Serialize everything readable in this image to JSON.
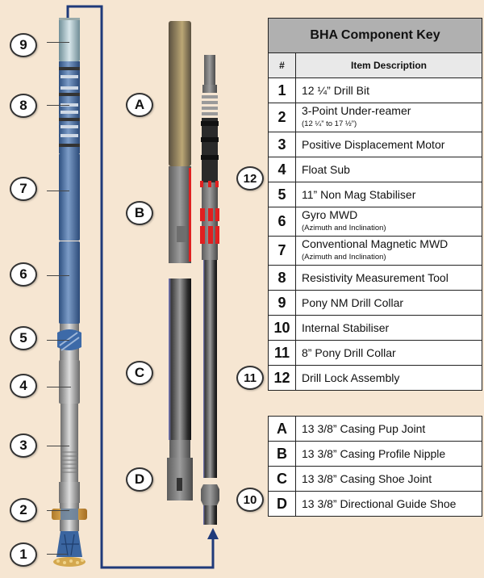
{
  "bha_key": {
    "title": "BHA Component Key",
    "col_num": "#",
    "col_desc": "Item Description",
    "items": [
      {
        "num": "1",
        "desc": "12 ¼” Drill Bit",
        "sub": ""
      },
      {
        "num": "2",
        "desc": "3-Point Under-reamer",
        "sub": "(12 ¼” to 17 ½”)"
      },
      {
        "num": "3",
        "desc": "Positive Displacement Motor",
        "sub": ""
      },
      {
        "num": "4",
        "desc": "Float Sub",
        "sub": ""
      },
      {
        "num": "5",
        "desc": "11” Non Mag Stabiliser",
        "sub": ""
      },
      {
        "num": "6",
        "desc": "Gyro MWD",
        "sub": "(Azimuth and Inclination)"
      },
      {
        "num": "7",
        "desc": "Conventional Magnetic MWD",
        "sub": "(Azimuth and Inclination)"
      },
      {
        "num": "8",
        "desc": "Resistivity Measurement Tool",
        "sub": ""
      },
      {
        "num": "9",
        "desc": "Pony NM Drill Collar",
        "sub": ""
      },
      {
        "num": "10",
        "desc": "Internal Stabiliser",
        "sub": ""
      },
      {
        "num": "11",
        "desc": "8” Pony Drill Collar",
        "sub": ""
      },
      {
        "num": "12",
        "desc": "Drill Lock Assembly",
        "sub": ""
      }
    ]
  },
  "casing_key": {
    "items": [
      {
        "letter": "A",
        "desc": "13 3/8” Casing Pup Joint"
      },
      {
        "letter": "B",
        "desc": "13 3/8” Casing Profile Nipple"
      },
      {
        "letter": "C",
        "desc": "13 3/8” Casing Shoe Joint"
      },
      {
        "letter": "D",
        "desc": "13 3/8” Directional Guide Shoe"
      }
    ]
  },
  "callouts_left": [
    "9",
    "8",
    "7",
    "6",
    "5",
    "4",
    "3",
    "2",
    "1"
  ],
  "callouts_letters": [
    "A",
    "B",
    "C",
    "D"
  ],
  "callouts_right": [
    "12",
    "11",
    "10"
  ],
  "colors": {
    "background": "#f6e6d2",
    "connector_line": "#1f3a7a",
    "table_title_bg": "#b0b0b0",
    "table_header_bg": "#e9e9e9",
    "stabiliser_blue": "#3d6aa8",
    "lock_red": "#e02020"
  }
}
